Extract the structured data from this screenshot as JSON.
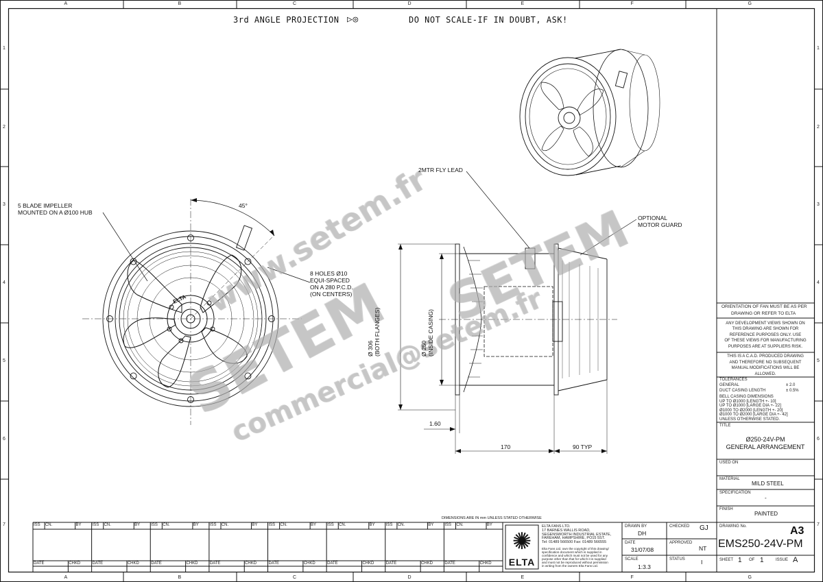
{
  "sheet": {
    "col_letters": [
      "A",
      "B",
      "C",
      "D",
      "E",
      "F",
      "G"
    ],
    "row_numbers": [
      "1",
      "2",
      "3",
      "4",
      "5",
      "6",
      "7"
    ],
    "projection_label": "3rd ANGLE PROJECTION",
    "no_scale_label": "DO NOT SCALE-IF IN DOUBT, ASK!",
    "dimensions_note": "DIMENSIONS ARE IN mm UNLESS STATED OTHERWISE"
  },
  "annotations": {
    "impeller_line1": "5 BLADE IMPELLER",
    "impeller_line2": "MOUNTED ON A Ø100 HUB",
    "angle": "45°",
    "holes_line1": "8 HOLES Ø10",
    "holes_line2": "EQUI-SPACED",
    "holes_line3": "ON A 280 P.C.D.",
    "holes_line4": "(ON CENTERS)",
    "fly_lead": "2MTR FLY LEAD",
    "motor_guard_line1": "OPTIONAL",
    "motor_guard_line2": "MOTOR GUARD",
    "dia_306_line1": "Ø 306",
    "dia_306_line2": "(BOTH FLANGES)",
    "dia_250_line1": "Ø 250",
    "dia_250_line2": "(INSIDE CASING)",
    "dim_160": "1.60",
    "dim_170": "170",
    "dim_90": "90 TYP",
    "hub_logo": "ELTA"
  },
  "notes_panel": {
    "orientation_line1": "ORIENTATION OF FAN MUST BE AS PER",
    "orientation_line2": "DRAWING OR REFER TO ELTA",
    "dev_lines": [
      "ANY DEVELOPMENT VIEWS SHOWN ON",
      "THIS DRAWING ARE SHOWN FOR",
      "REFERENCE PURPOSES ONLY. USE",
      "OF THESE VIEWS FOR MANUFACTURING",
      "PURPOSES ARE AT SUPPLIERS RISK."
    ],
    "cad_lines": [
      "THIS IS A C.A.D. PRODUCED DRAWING",
      "AND THEREFORE NO SUBSEQUENT",
      "MANUAL MODIFICATIONS WILL BE",
      "ALLOWED."
    ],
    "tolerances_label": "TOLERANCES",
    "general_label": "GENERAL",
    "general_value": "± 2.0",
    "duct_label": "DUCT CASING LENGTH",
    "duct_value": "± 0.5%",
    "bell_lines": [
      "BELL CASING DIMENSIONS",
      "UP TO Ø1000 [LENGTH +- 10]",
      "UP TO Ø1000 [LARGE DIA +- 22]",
      "Ø1000 TO Ø2000 [LENGTH +- 20]",
      "Ø1000 TO Ø2000 [LARGE DIA +- 42]",
      "UNLESS OTHERWISE STATED."
    ],
    "title_label": "TITLE",
    "title_line1": "Ø250-24V-PM",
    "title_line2": "GENERAL ARRANGEMENT",
    "used_on_label": "USED ON",
    "material_label": "MATERIAL",
    "material_value": "MILD STEEL",
    "specification_label": "SPECIFICATION",
    "specification_value": "-",
    "finish_label": "FINISH",
    "finish_value": "PAINTED"
  },
  "title_block": {
    "company_lines": [
      "ELTA FANS LTD.",
      "17 BARNES WALLIS ROAD,",
      "SEGENSWORTH INDUSTRIAL ESTATE,",
      "FAREHAM, HAMPSHIRE, PO15 5ST.",
      "Tel: 01489 566500   Fax: 01489 566555"
    ],
    "copyright_lines": [
      "Elta Fans Ltd. own the copyright of this drawing/",
      "specification document which is supplied in",
      "confidence and which must not be used for any",
      "purpose other than that for which it is supplied",
      "and must not be reproduced without permission",
      "in writing from the owners Elta Fans Ltd."
    ],
    "logo_text": "ELTA",
    "drawn_by_label": "DRAWN BY",
    "drawn_by": "DH",
    "checked_label": "CHECKED",
    "checked": "GJ",
    "date_label": "DATE",
    "date": "31/07/08",
    "approved_label": "APPROVED",
    "approved": "NT",
    "scale_label": "SCALE",
    "scale": "1:3.3",
    "status_label": "STATUS",
    "status": "I",
    "drawing_no_label": "DRAWING No.",
    "size": "A3",
    "drawing_no": "EMS250-24V-PM",
    "sheet_label": "SHEET",
    "sheet": "1",
    "of_label": "OF",
    "sheet_total": "1",
    "issue_label": "ISSUE",
    "issue": "A"
  },
  "revision_headers": [
    "ISS",
    "CN.",
    "BY"
  ],
  "revision_date_headers": [
    "DATE",
    "CHKD"
  ],
  "watermarks": {
    "url": "www.setem.fr",
    "brand1": "SETEM",
    "brand2": "SETEM",
    "email": "commercial@setem.fr"
  }
}
